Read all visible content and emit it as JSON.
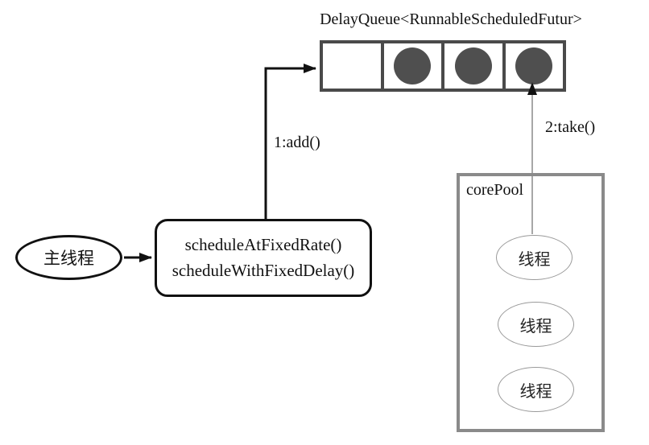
{
  "diagram": {
    "title": "DelayQueue<RunnableScheduledFutur>",
    "queue": {
      "cells": [
        false,
        true,
        true,
        true
      ]
    },
    "edges": {
      "add_label": "1:add()",
      "take_label": "2:take()"
    },
    "main_thread": {
      "label": "主线程"
    },
    "scheduler": {
      "line1": "scheduleAtFixedRate()",
      "line2": "scheduleWithFixedDelay()"
    },
    "pool": {
      "label": "corePool",
      "threads": [
        "线程",
        "线程",
        "线程"
      ]
    }
  },
  "colors": {
    "ink": "#111111",
    "queue-border": "#4a4a4a",
    "task-dot": "#4f4f4f",
    "pool-border": "#8a8a8a",
    "take-line": "#8a8a8a",
    "thread-border": "#9a9a9a"
  }
}
